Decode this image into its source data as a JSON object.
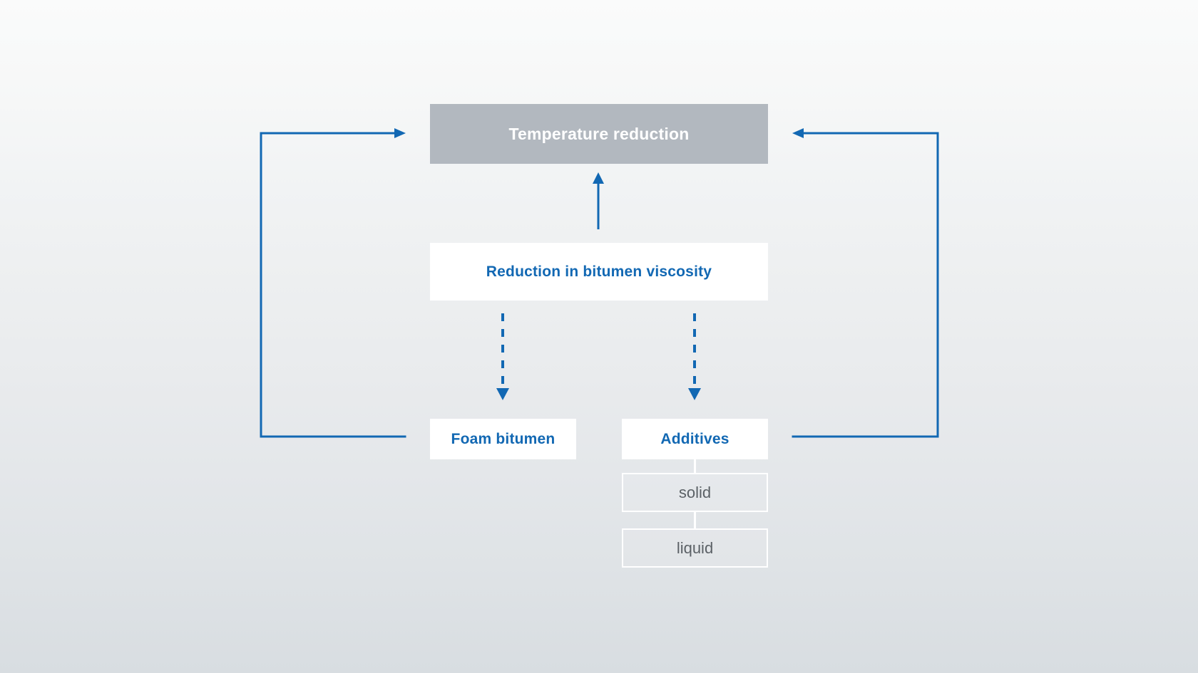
{
  "diagram": {
    "title": "Temperature reduction process diagram",
    "colors": {
      "accent_blue": "#1268b3",
      "box_gray": "#b2b8bf",
      "box_white": "#ffffff",
      "outline_text": "#5b6166",
      "background_top": "#fafbfb",
      "background_bottom": "#d8dde1"
    },
    "nodes": {
      "temperature_reduction": "Temperature reduction",
      "viscosity_reduction": "Reduction in bitumen viscosity",
      "foam_bitumen": "Foam bitumen",
      "additives": "Additives",
      "additive_solid": "solid",
      "additive_liquid": "liquid"
    },
    "edges": [
      {
        "name": "viscosity-to-temperature",
        "from": "Reduction in bitumen viscosity",
        "to": "Temperature reduction",
        "style": "solid",
        "arrow": "up"
      },
      {
        "name": "viscosity-to-foam-bitumen",
        "from": "Reduction in bitumen viscosity",
        "to": "Foam bitumen",
        "style": "dashed",
        "arrow": "down"
      },
      {
        "name": "viscosity-to-additives",
        "from": "Reduction in bitumen viscosity",
        "to": "Additives",
        "style": "dashed",
        "arrow": "down"
      },
      {
        "name": "foam-bitumen-to-temperature",
        "from": "Foam bitumen",
        "to": "Temperature reduction",
        "style": "solid",
        "arrow": "right"
      },
      {
        "name": "additives-to-temperature",
        "from": "Additives",
        "to": "Temperature reduction",
        "style": "solid",
        "arrow": "left"
      },
      {
        "name": "additives-to-solid",
        "from": "Additives",
        "to": "solid",
        "style": "solid-white",
        "arrow": "none"
      },
      {
        "name": "solid-to-liquid",
        "from": "solid",
        "to": "liquid",
        "style": "solid-white",
        "arrow": "none"
      }
    ]
  }
}
